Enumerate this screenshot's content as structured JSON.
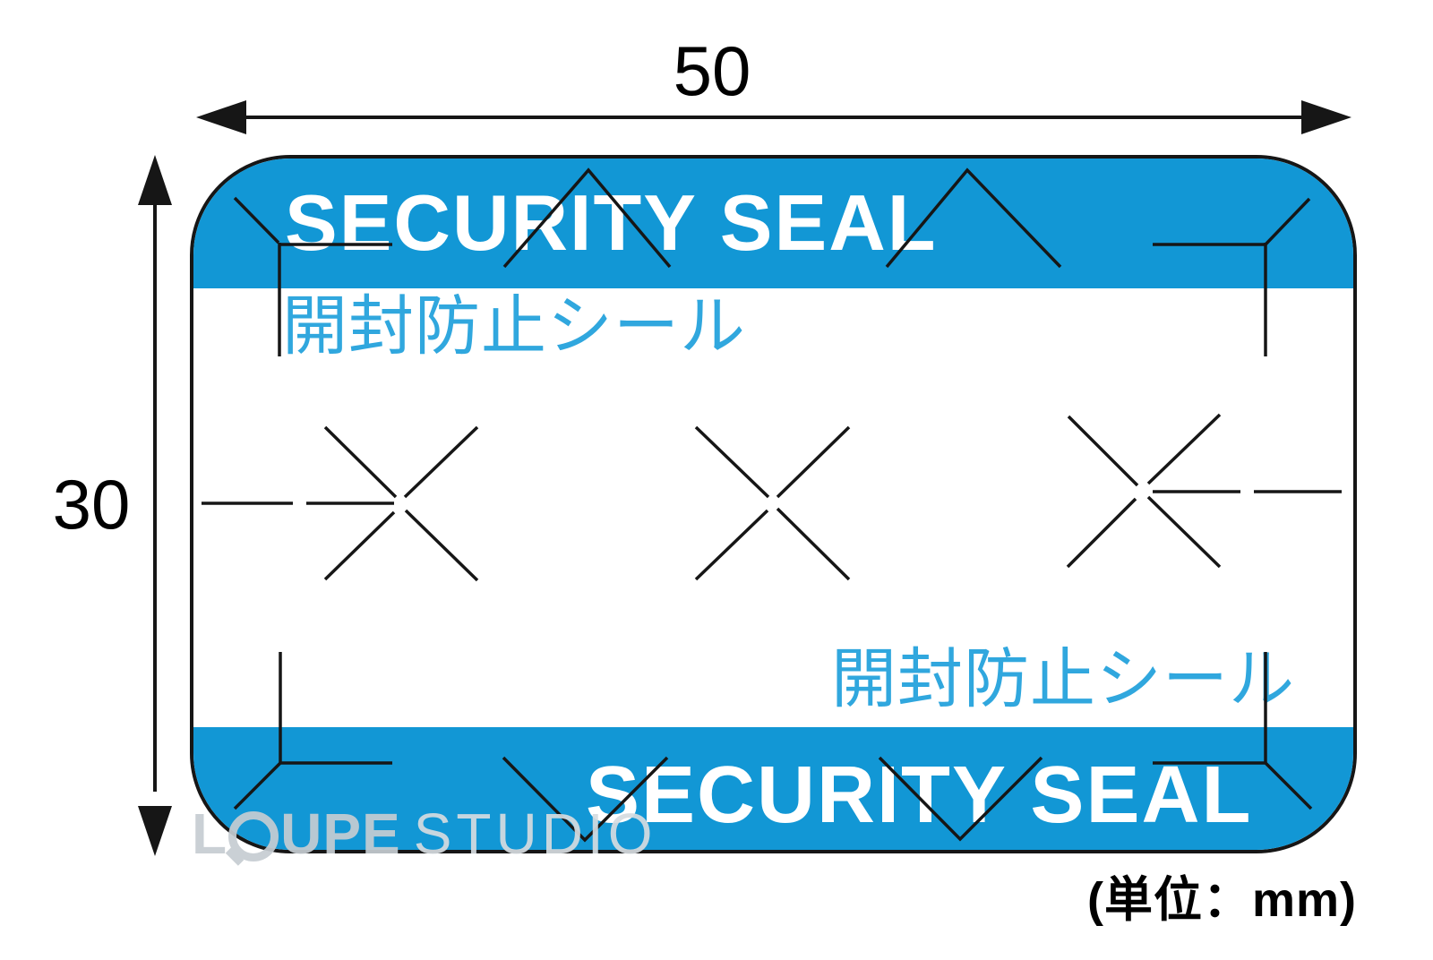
{
  "diagram": {
    "dimensions": {
      "width_label": "50",
      "height_label": "30",
      "unit_note": "(単位：mm)"
    },
    "sticker": {
      "top_band_text": "SECURITY SEAL",
      "top_sub_text": "開封防止シール",
      "bottom_sub_text": "開封防止シール",
      "bottom_band_text": "SECURITY SEAL"
    },
    "watermark": {
      "text_l": "L",
      "text_upe": "UPE",
      "text_studio": "STUDIO",
      "icon": "magnifier-ring"
    },
    "colors": {
      "band_blue": "#1297d5",
      "jp_text_blue": "#30a7de",
      "line_black": "#161616",
      "white_text": "#ffffff",
      "watermark_gray": "#c6cdd2"
    }
  }
}
